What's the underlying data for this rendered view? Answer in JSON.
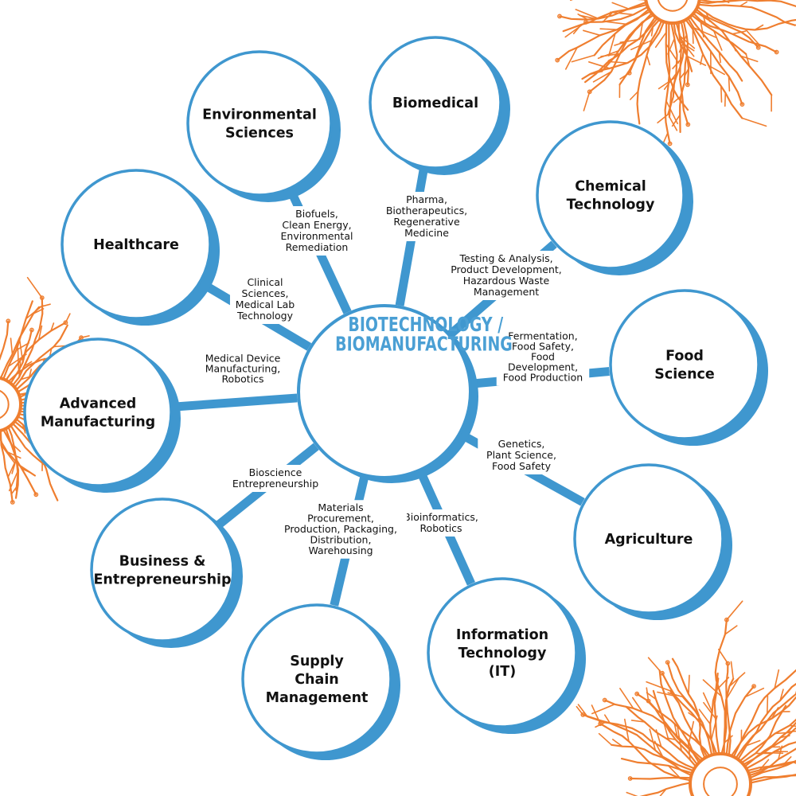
{
  "colors": {
    "accent_blue": "#4a9fd4",
    "ring_blue": "#3f97cf",
    "decor_orange": "#ef7e2f",
    "text": "#111111",
    "background": "#ffffff"
  },
  "center": {
    "lines": [
      "BIOTECHNOLOGY /",
      "BIOMANUFACTURING"
    ]
  },
  "nodes": [
    {
      "id": "environmental-sciences",
      "lines": [
        "Environmental",
        "Sciences"
      ],
      "connection": [
        "Biofuels,",
        "Clean Energy,",
        "Environmental",
        "Remediation"
      ]
    },
    {
      "id": "biomedical",
      "lines": [
        "Biomedical"
      ],
      "connection": [
        "Pharma,",
        "Biotherapeutics,",
        "Regenerative",
        "Medicine"
      ]
    },
    {
      "id": "chemical-technology",
      "lines": [
        "Chemical",
        "Technology"
      ],
      "connection": [
        "Testing & Analysis,",
        "Product Development,",
        "Hazardous Waste",
        "Management"
      ]
    },
    {
      "id": "food-science",
      "lines": [
        "Food",
        "Science"
      ],
      "connection": [
        "Fermentation,",
        "Food Safety,",
        "Food",
        "Development,",
        "Food Production"
      ]
    },
    {
      "id": "agriculture",
      "lines": [
        "Agriculture"
      ],
      "connection": [
        "Genetics,",
        "Plant Science,",
        "Food Safety"
      ]
    },
    {
      "id": "information-technology",
      "lines": [
        "Information",
        "Technology",
        "(IT)"
      ],
      "connection": [
        "Bioinformatics,",
        "Robotics"
      ]
    },
    {
      "id": "supply-chain-management",
      "lines": [
        "Supply",
        "Chain",
        "Management"
      ],
      "connection": [
        "Materials",
        "Procurement,",
        "Production, Packaging,",
        "Distribution,",
        "Warehousing"
      ]
    },
    {
      "id": "business-entrepreneurship",
      "lines": [
        "Business &",
        "Entrepreneurship"
      ],
      "connection": [
        "Bioscience",
        "Entrepreneurship"
      ]
    },
    {
      "id": "advanced-manufacturing",
      "lines": [
        "Advanced",
        "Manufacturing"
      ],
      "connection": [
        "Medical Device",
        "Manufacturing,",
        "Robotics"
      ]
    },
    {
      "id": "healthcare",
      "lines": [
        "Healthcare"
      ],
      "connection": [
        "Clinical",
        "Sciences,",
        "Medical Lab",
        "Technology"
      ]
    }
  ]
}
